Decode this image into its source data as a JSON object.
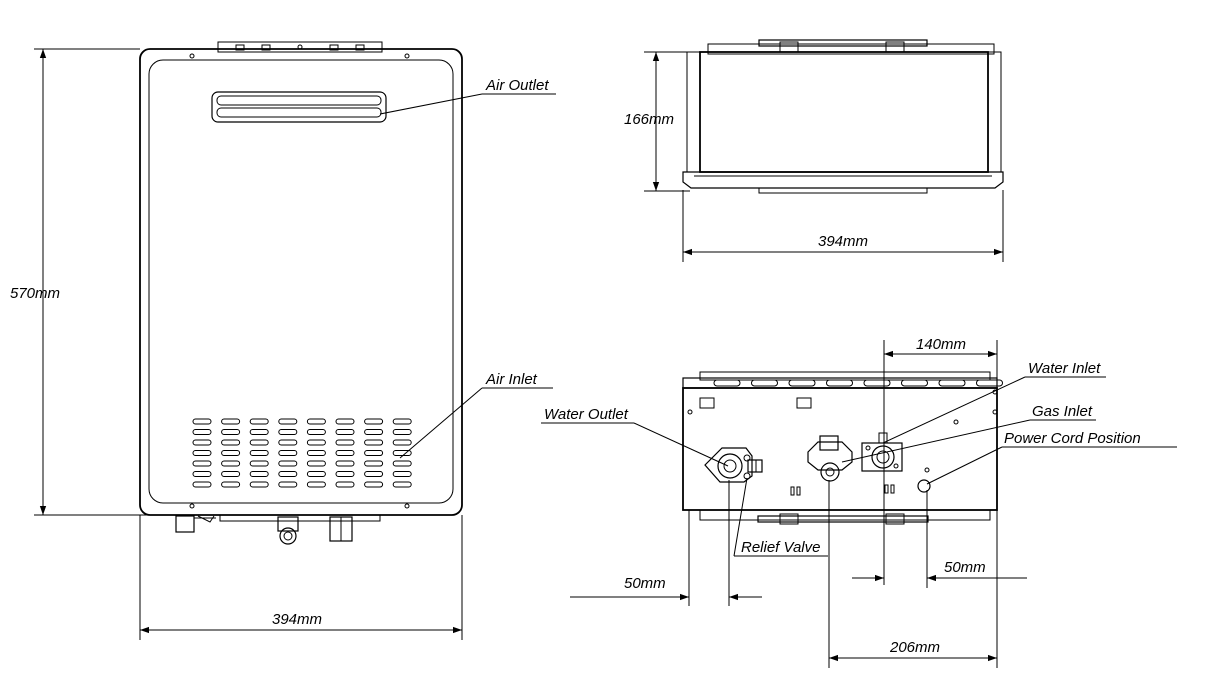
{
  "dimensions": {
    "front_height": "570mm",
    "front_width": "394mm",
    "top_depth": "166mm",
    "top_width": "394mm",
    "bottom_140": "140mm",
    "bottom_50_left": "50mm",
    "bottom_50_right": "50mm",
    "bottom_206": "206mm"
  },
  "callouts": {
    "air_outlet": "Air Outlet",
    "air_inlet": "Air Inlet",
    "water_outlet": "Water Outlet",
    "water_inlet": "Water Inlet",
    "gas_inlet": "Gas Inlet",
    "power_cord": "Power Cord Position",
    "relief_valve": "Relief Valve"
  }
}
